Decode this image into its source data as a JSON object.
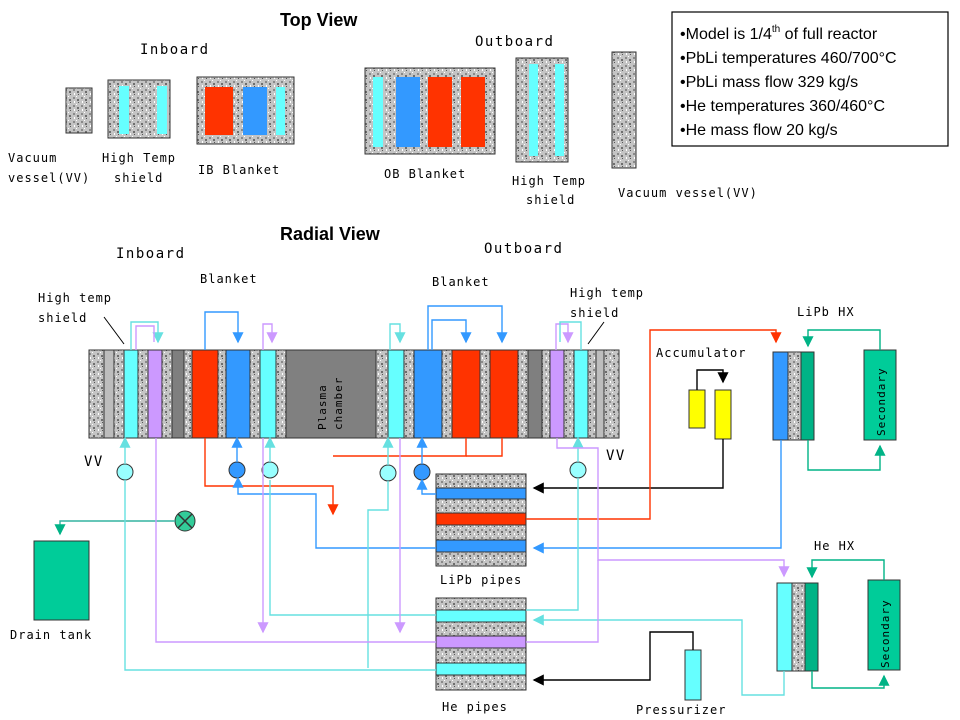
{
  "colors": {
    "pbli_hot": "#ff3300",
    "pbli_cold": "#3399ff",
    "he_cold": "#66ffff",
    "he_hot": "#cc99ff",
    "secondary": "#00cc99",
    "steel": "#bdbdbd",
    "dark_steel": "#7f7f7f",
    "plasma": "#808080",
    "accumulator": "#ffff00",
    "drain": "#00cc99",
    "valve": "#33cc99"
  },
  "top_view": {
    "title": "Top View",
    "inboard_label": "Inboard",
    "outboard_label": "Outboard",
    "vv_label_line1": "Vacuum",
    "vv_label_line2": "vessel(VV)",
    "ht_shield_line1": "High Temp",
    "ht_shield_line2": "shield",
    "ib_blanket": "IB Blanket",
    "ob_blanket": "OB Blanket",
    "ob_ht_shield_line1": "High Temp",
    "ob_ht_shield_line2": "shield",
    "ob_vv_label": "Vacuum vessel(VV)"
  },
  "notes": {
    "line1_pre": "Model is 1/4",
    "line1_sup": "th",
    "line1_post": " of full reactor",
    "line2": "PbLi temperatures 460/700°C",
    "line3": "PbLi mass flow 329 kg/s",
    "line4": "He temperatures 360/460°C",
    "line5": "He mass flow 20 kg/s"
  },
  "radial_view": {
    "title": "Radial View",
    "inboard_label": "Inboard",
    "outboard_label": "Outboard",
    "ib_blanket": "Blanket",
    "ob_blanket": "Blanket",
    "ib_shield_line1": "High temp",
    "ib_shield_line2": "shield",
    "ob_shield_line1": "High temp",
    "ob_shield_line2": "shield",
    "plasma_line1": "Plasma",
    "plasma_line2": "chamber",
    "vv_left": "VV",
    "vv_right": "VV",
    "accumulator": "Accumulator",
    "lipb_hx": "LiPb HX",
    "he_hx": "He HX",
    "secondary_1": "Secondary",
    "secondary_2": "Secondary",
    "lipb_pipes": "LiPb pipes",
    "he_pipes": "He pipes",
    "drain_tank": "Drain tank",
    "pressurizer": "Pressurizer"
  }
}
